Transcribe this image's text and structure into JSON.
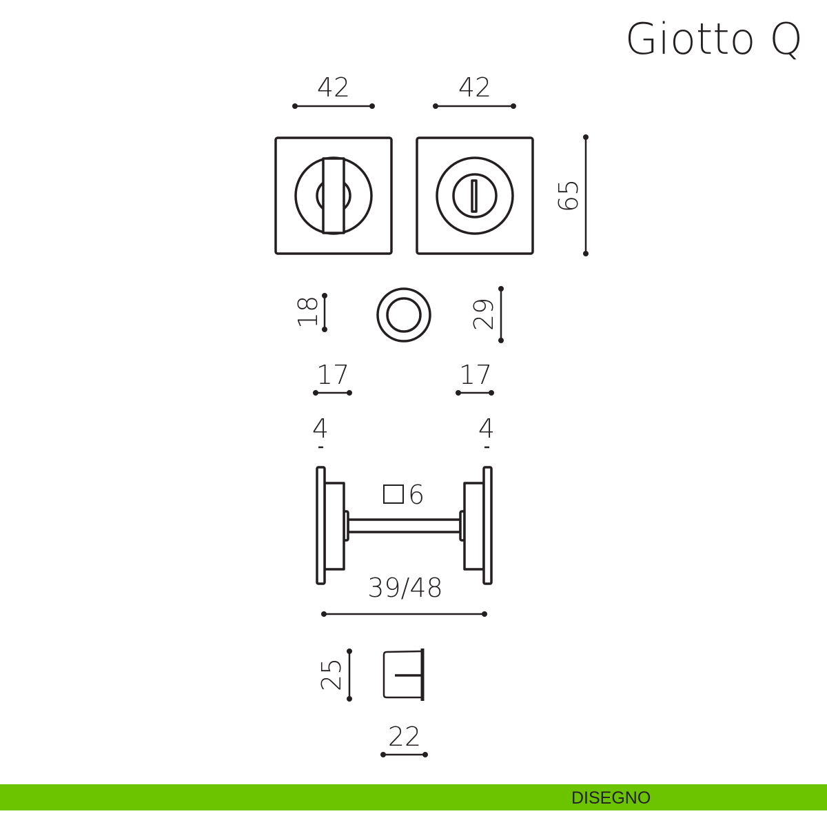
{
  "title": "Giotto Q",
  "footer": {
    "label": "DISEGNO",
    "color": "#6cc400"
  },
  "dimensions": {
    "rose_width_left": "42",
    "rose_width_right": "42",
    "rose_height": "65",
    "turn_height": "18",
    "release_diameter": "29",
    "thickness_left": "17",
    "thickness_right": "17",
    "plate_left": "4",
    "plate_right": "4",
    "spindle": "6",
    "door_thickness": "39/48",
    "keep_height": "25",
    "keep_width": "22"
  }
}
